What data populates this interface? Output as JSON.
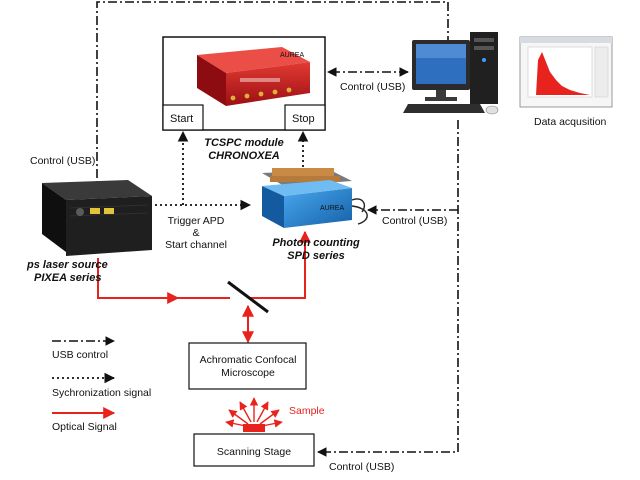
{
  "components": {
    "tcspc": {
      "start": "Start",
      "stop": "Stop",
      "title_line1": "TCSPC module",
      "title_line2": "CHRONOXEA"
    },
    "data_acquisition": "Data acqusition",
    "laser": {
      "line1": "ps laser source",
      "line2": "PIXEA series"
    },
    "spd": {
      "line1": "Photon counting",
      "line2": "SPD series"
    },
    "microscope": {
      "line1": "Achromatic Confocal",
      "line2": "Microscope"
    },
    "stage": "Scanning Stage",
    "sample": "Sample",
    "module_brand": "AUREA",
    "spd_brand": "AUREA"
  },
  "labels": {
    "control_usb_top": "Control (USB)",
    "control_usb_left": "Control (USB)",
    "control_usb_right": "Control (USB)",
    "control_usb_bottom": "Control (USB)",
    "trigger_line1": "Trigger APD",
    "trigger_line2": "&",
    "trigger_line3": "Start channel"
  },
  "legend": {
    "usb": "USB control",
    "sync": "Sychronization signal",
    "optical": "Optical Signal"
  },
  "colors": {
    "optical": "#e8231e",
    "module_red": "#c2151b",
    "spd_blue": "#1f7fd0",
    "laser_black": "#1a1a1a",
    "screen_red": "#e8231e"
  },
  "icons": [
    "computer-icon",
    "tcspc-module-icon",
    "laser-source-icon",
    "spd-detector-icon",
    "mirror-icon",
    "sample-icon"
  ]
}
